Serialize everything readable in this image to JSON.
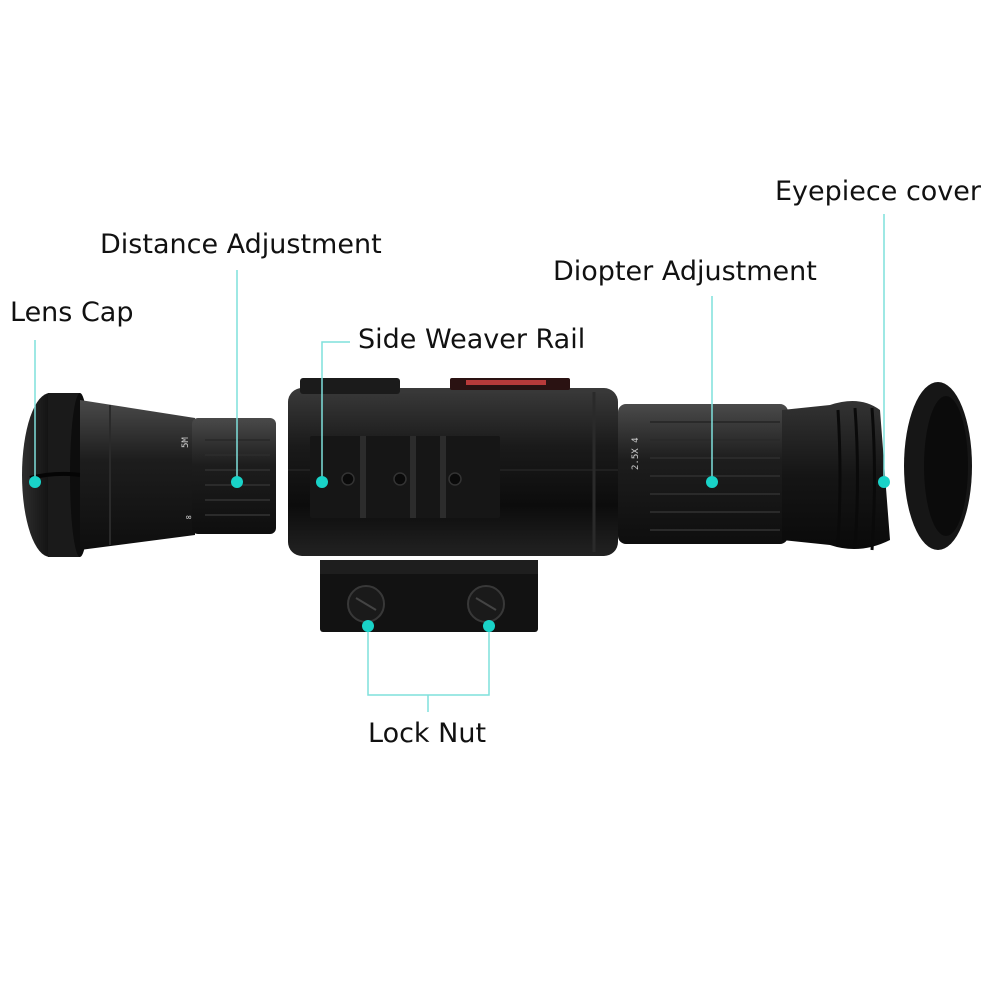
{
  "labels": {
    "lens_cap": "Lens Cap",
    "distance_adjustment": "Distance Adjustment",
    "side_weaver_rail": "Side Weaver Rail",
    "diopter_adjustment": "Diopter Adjustment",
    "eyepiece_cover": "Eyepiece cover",
    "lock_nut": "Lock Nut"
  },
  "scope_markings": {
    "magnification": "2.5X  4",
    "focus_near": "5M",
    "focus_far": "∞"
  },
  "colors": {
    "callout_line": "#7fe0dc",
    "callout_dot": "#19d3c8",
    "scope_body": "#141414"
  }
}
